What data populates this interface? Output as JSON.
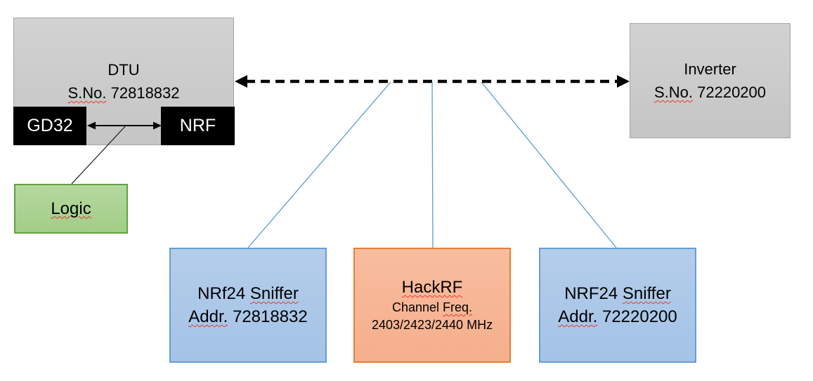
{
  "dtu": {
    "title": "DTU",
    "serial_prefix": "S.No.",
    "serial_number": " 72818832",
    "chip_left": "GD32",
    "chip_right": "NRF"
  },
  "logic": {
    "label": "Logic"
  },
  "inverter": {
    "title": "Inverter",
    "serial_prefix": "S.No.",
    "serial_number": " 72220200"
  },
  "sniffer_left": {
    "name_prefix": "NRf24 ",
    "name_word": "Sniffer",
    "addr_prefix": "Addr.",
    "addr_number": " 72818832"
  },
  "hackrf": {
    "title": "HackRF",
    "channel_prefix": "Channel ",
    "channel_word": "Freq.",
    "frequencies": "2403/2423/2440 MHz"
  },
  "sniffer_right": {
    "name_prefix": "NRF24 ",
    "name_word": "Sniffer",
    "addr_prefix": "Addr.",
    "addr_number": " 72220200"
  },
  "colors": {
    "gray_fill": "#c9c9c9",
    "gray_border": "#a5a5a5",
    "black_chip": "#000000",
    "green_fill": "#aad392",
    "green_border": "#63a144",
    "blue_fill": "#abc8e8",
    "blue_border": "#689dd6",
    "orange_fill": "#f7b795",
    "orange_border": "#ec7c31",
    "connector_blue": "#5b9bd5",
    "arrow_black": "#000000",
    "squiggle_red": "#e43b2c"
  }
}
